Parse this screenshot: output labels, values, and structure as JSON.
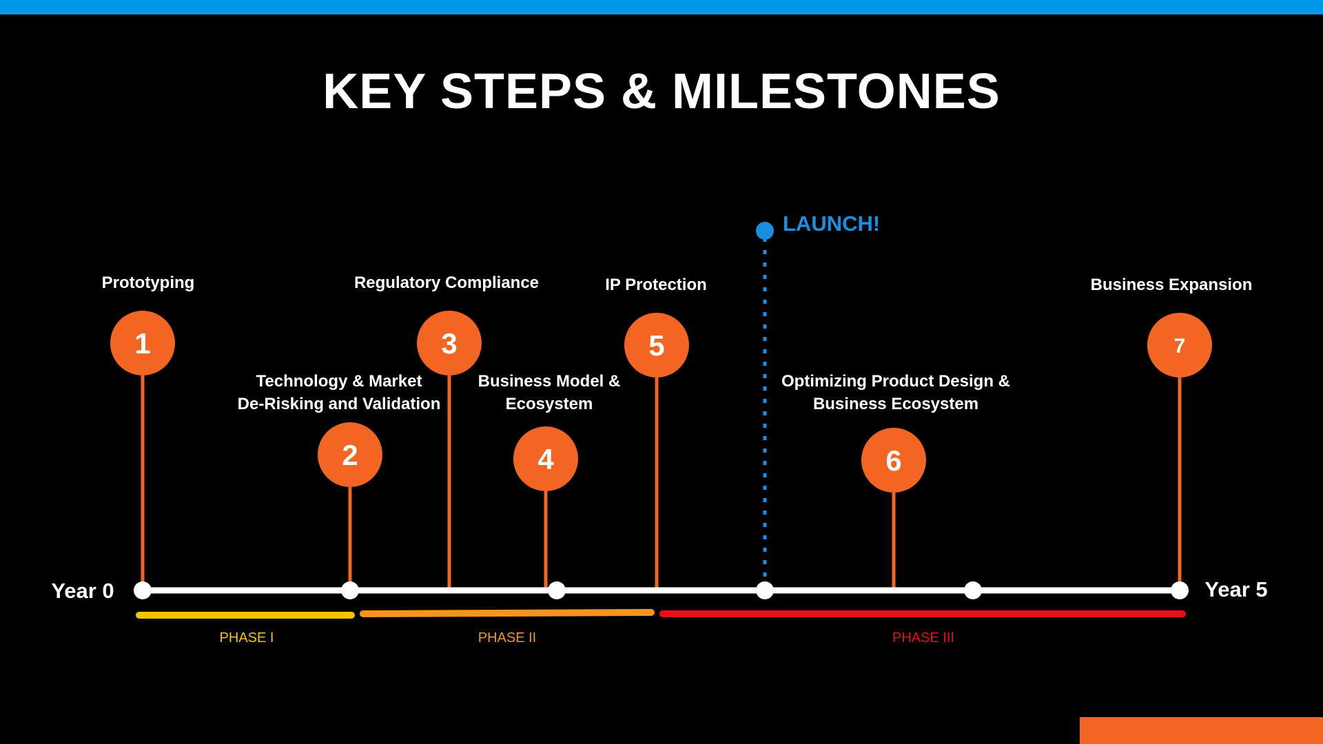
{
  "title": "KEY STEPS & MILESTONES",
  "colors": {
    "background": "#000000",
    "top_bar": "#0098e6",
    "milestone": "#f26522",
    "timeline": "#ffffff",
    "launch": "#1a8fe0",
    "phase_1": "#f5c400",
    "phase_2": "#f7941d",
    "phase_3": "#e8101a",
    "corner_block": "#f26522"
  },
  "timeline": {
    "start_label": "Year 0",
    "end_label": "Year 5"
  },
  "launch": {
    "label": "LAUNCH!"
  },
  "milestones": [
    {
      "number": "1",
      "label": [
        "Prototyping"
      ]
    },
    {
      "number": "2",
      "label": [
        "Technology & Market",
        "De-Risking and Validation"
      ]
    },
    {
      "number": "3",
      "label": [
        "Regulatory Compliance"
      ]
    },
    {
      "number": "4",
      "label": [
        "Business Model &",
        "Ecosystem"
      ]
    },
    {
      "number": "5",
      "label": [
        "IP Protection"
      ]
    },
    {
      "number": "6",
      "label": [
        "Optimizing Product Design &",
        "Business Ecosystem"
      ]
    },
    {
      "number": "7",
      "label": [
        "Business Expansion"
      ]
    }
  ],
  "phases": [
    {
      "label": "PHASE I"
    },
    {
      "label": "PHASE II"
    },
    {
      "label": "PHASE III"
    }
  ]
}
